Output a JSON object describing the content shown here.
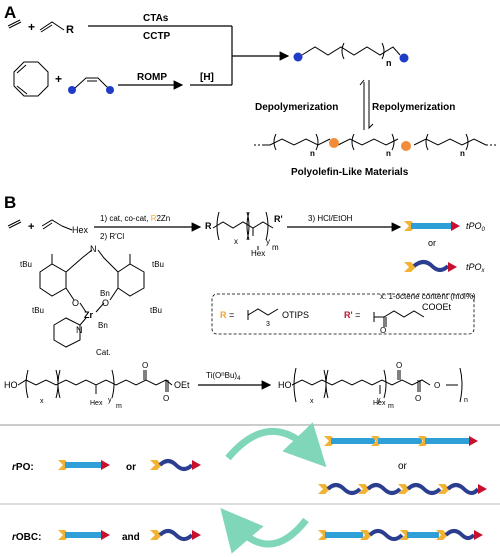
{
  "panel_a": {
    "label": "A",
    "r_group": "R",
    "arrow_top_label": "CTAs",
    "arrow_bottom_label": "CCTP",
    "romp_label": "ROMP",
    "h_label": "[H]",
    "subscript_n": "n",
    "depoly_label": "Depolymerization",
    "repoly_label": "Repolymerization",
    "material_label": "Polyolefin-Like Materials"
  },
  "panel_b": {
    "label": "B",
    "hex_label": "Hex",
    "step1_prefix": "1) cat, co-cat, ",
    "step1_r2": "R",
    "step1_suffix": "2Zn",
    "step2": "2) R'Cl",
    "step3": "3) HCl/EtOH",
    "product1_prefix": "t",
    "product1": "PO",
    "product1_sub": "0",
    "or_label": "or",
    "product2_prefix": "t",
    "product2": "PO",
    "product2_sub": "x",
    "octene_note": "x: 1-octene content (mol%)",
    "catalyst_label": "Cat.",
    "tbu": "tBu",
    "bn": "Bn",
    "zr": "Zr",
    "o_atom": "O",
    "n_atom": "N",
    "r_def_label": "R =",
    "r_def_group": "OTIPS",
    "r_def_sub": "3",
    "rp_def_label": "R' =",
    "rp_def_group": "COOEt",
    "ho": "HO",
    "oet": "OEt",
    "o_label": "O",
    "ti_reagent": "Ti(OnBu)4",
    "sub_x": "x",
    "sub_y": "y",
    "sub_m": "m",
    "sub_n": "n"
  },
  "panel_c": {
    "rpo_label": "rPO:",
    "rpo_or": "or",
    "rpo_right_or": "or",
    "robc_label": "rOBC:",
    "robc_and": "and"
  },
  "colors": {
    "chain_blue": "#2f9fd8",
    "chain_navy": "#2c3e8f",
    "end_red": "#c8102e",
    "end_yellow": "#f2b233",
    "orange_bead": "#f28c38",
    "blue_bead": "#1f3cc8",
    "arrow_teal": "#7fd6b8",
    "r_orange": "#f2a33a"
  }
}
